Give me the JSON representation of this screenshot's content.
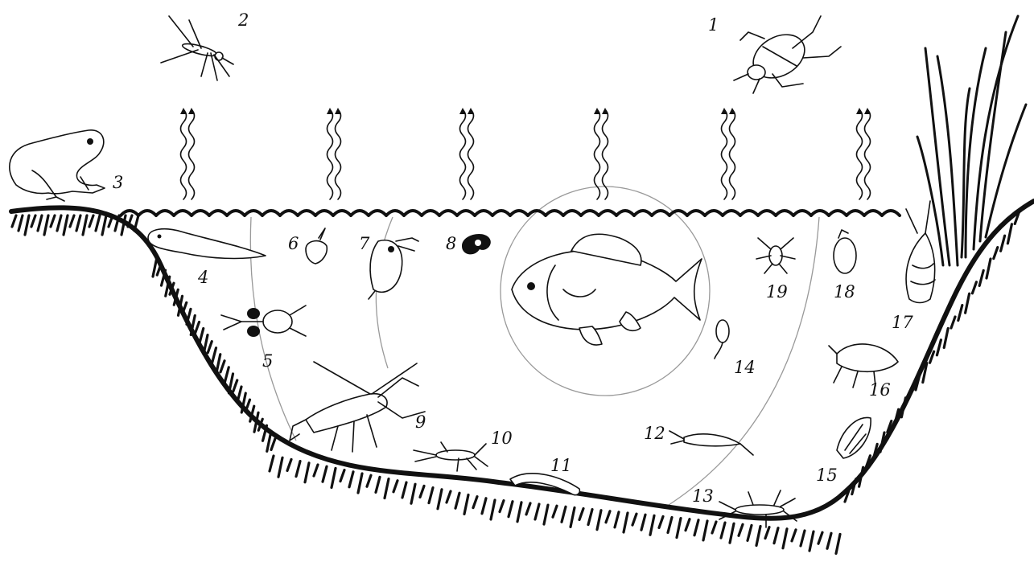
{
  "organisms": [
    {
      "id": "water-beetle",
      "label": "1"
    },
    {
      "id": "mosquito",
      "label": "2"
    },
    {
      "id": "frog",
      "label": "3"
    },
    {
      "id": "tadpole",
      "label": "4"
    },
    {
      "id": "copepod",
      "label": "5"
    },
    {
      "id": "rotifer",
      "label": "6"
    },
    {
      "id": "daphnia",
      "label": "7"
    },
    {
      "id": "ostracod",
      "label": "8"
    },
    {
      "id": "crayfish",
      "label": "9"
    },
    {
      "id": "stonefly-larva",
      "label": "10"
    },
    {
      "id": "chironomid-larva",
      "label": "11"
    },
    {
      "id": "mysid-shrimp",
      "label": "12"
    },
    {
      "id": "mayfly-larva",
      "label": "13"
    },
    {
      "id": "protozoan",
      "label": "14"
    },
    {
      "id": "isopod",
      "label": "15"
    },
    {
      "id": "amphipod",
      "label": "16"
    },
    {
      "id": "pond-snail",
      "label": "17"
    },
    {
      "id": "bivalve",
      "label": "18"
    },
    {
      "id": "nauplius",
      "label": "19"
    }
  ],
  "colors": {
    "ink": "#111111",
    "zone_line": "#999999",
    "background": "#ffffff"
  }
}
